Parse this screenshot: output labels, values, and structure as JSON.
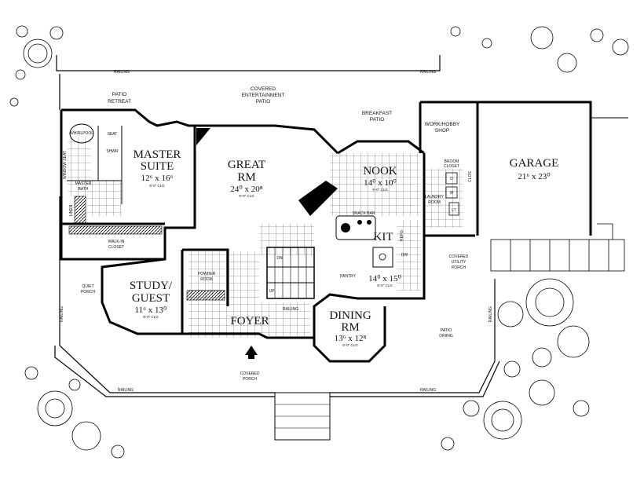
{
  "rooms": {
    "master_suite": {
      "line1": "MASTER",
      "line2": "SUITE",
      "dim": "12⁶ x 16⁶",
      "ceiling": "9'-0\" CLG"
    },
    "great_rm": {
      "line1": "GREAT",
      "line2": "RM",
      "dim": "24⁰ x 20⁸",
      "ceiling": "9'-0\" CLG"
    },
    "nook": {
      "line1": "NOOK",
      "dim": "14⁰ x 10⁰",
      "ceiling": "9'-0\" CLG"
    },
    "kit": {
      "line1": "KIT",
      "dim": "14⁰ x 15⁰",
      "ceiling": "9'-0\" CLG"
    },
    "garage": {
      "line1": "GARAGE",
      "dim": "21⁶ x 23⁰"
    },
    "study_guest": {
      "line1": "STUDY/",
      "line2": "GUEST",
      "dim": "11⁶ x 13⁰",
      "ceiling": "9'-0\" CLG"
    },
    "foyer": {
      "line1": "FOYER"
    },
    "dining_rm": {
      "line1": "DINING",
      "line2": "RM",
      "dim": "13⁶ x 12⁸",
      "ceiling": "9'-0\" CLG"
    }
  },
  "small_labels": {
    "patio_retreat": [
      "PATIO",
      "RETREAT"
    ],
    "covered_ent_patio": [
      "COVERED",
      "ENTERTAINMENT",
      "PATIO"
    ],
    "breakfast_patio": [
      "BREAKFAST",
      "PATIO"
    ],
    "work_hobby_shop": [
      "WORK/HOBBY",
      "SHOP"
    ],
    "whirlpool": "WHIRLPOOL",
    "seat": "SEAT",
    "shower": "SHWR",
    "master_bath": [
      "MASTER",
      "BATH"
    ],
    "linen": "LINEN",
    "walk_in_closet": [
      "WALK-IN",
      "CLOSET"
    ],
    "window_seat": "WINDOW SEAT",
    "powder_room": [
      "POWDER",
      "ROOM"
    ],
    "quiet_porch": [
      "QUIET",
      "PORCH"
    ],
    "dn": "DN",
    "up": "UP",
    "pantry": "PANTRY",
    "snack_bar": "SNACK BAR",
    "broom_closet": [
      "BROOM",
      "CLOSET"
    ],
    "laundry_room": [
      "LAUNDRY",
      "ROOM"
    ],
    "clos": "CLOS",
    "refg": "REFG",
    "dw": "DW",
    "d": "D",
    "w": "W",
    "lt": "LT",
    "covered_utility_porch": [
      "COVERED",
      "UTILITY",
      "PORCH"
    ],
    "patio_dining": [
      "PATIO",
      "DINING"
    ],
    "covered_porch": [
      "COVERED",
      "PORCH"
    ],
    "railing": "RAILING"
  }
}
